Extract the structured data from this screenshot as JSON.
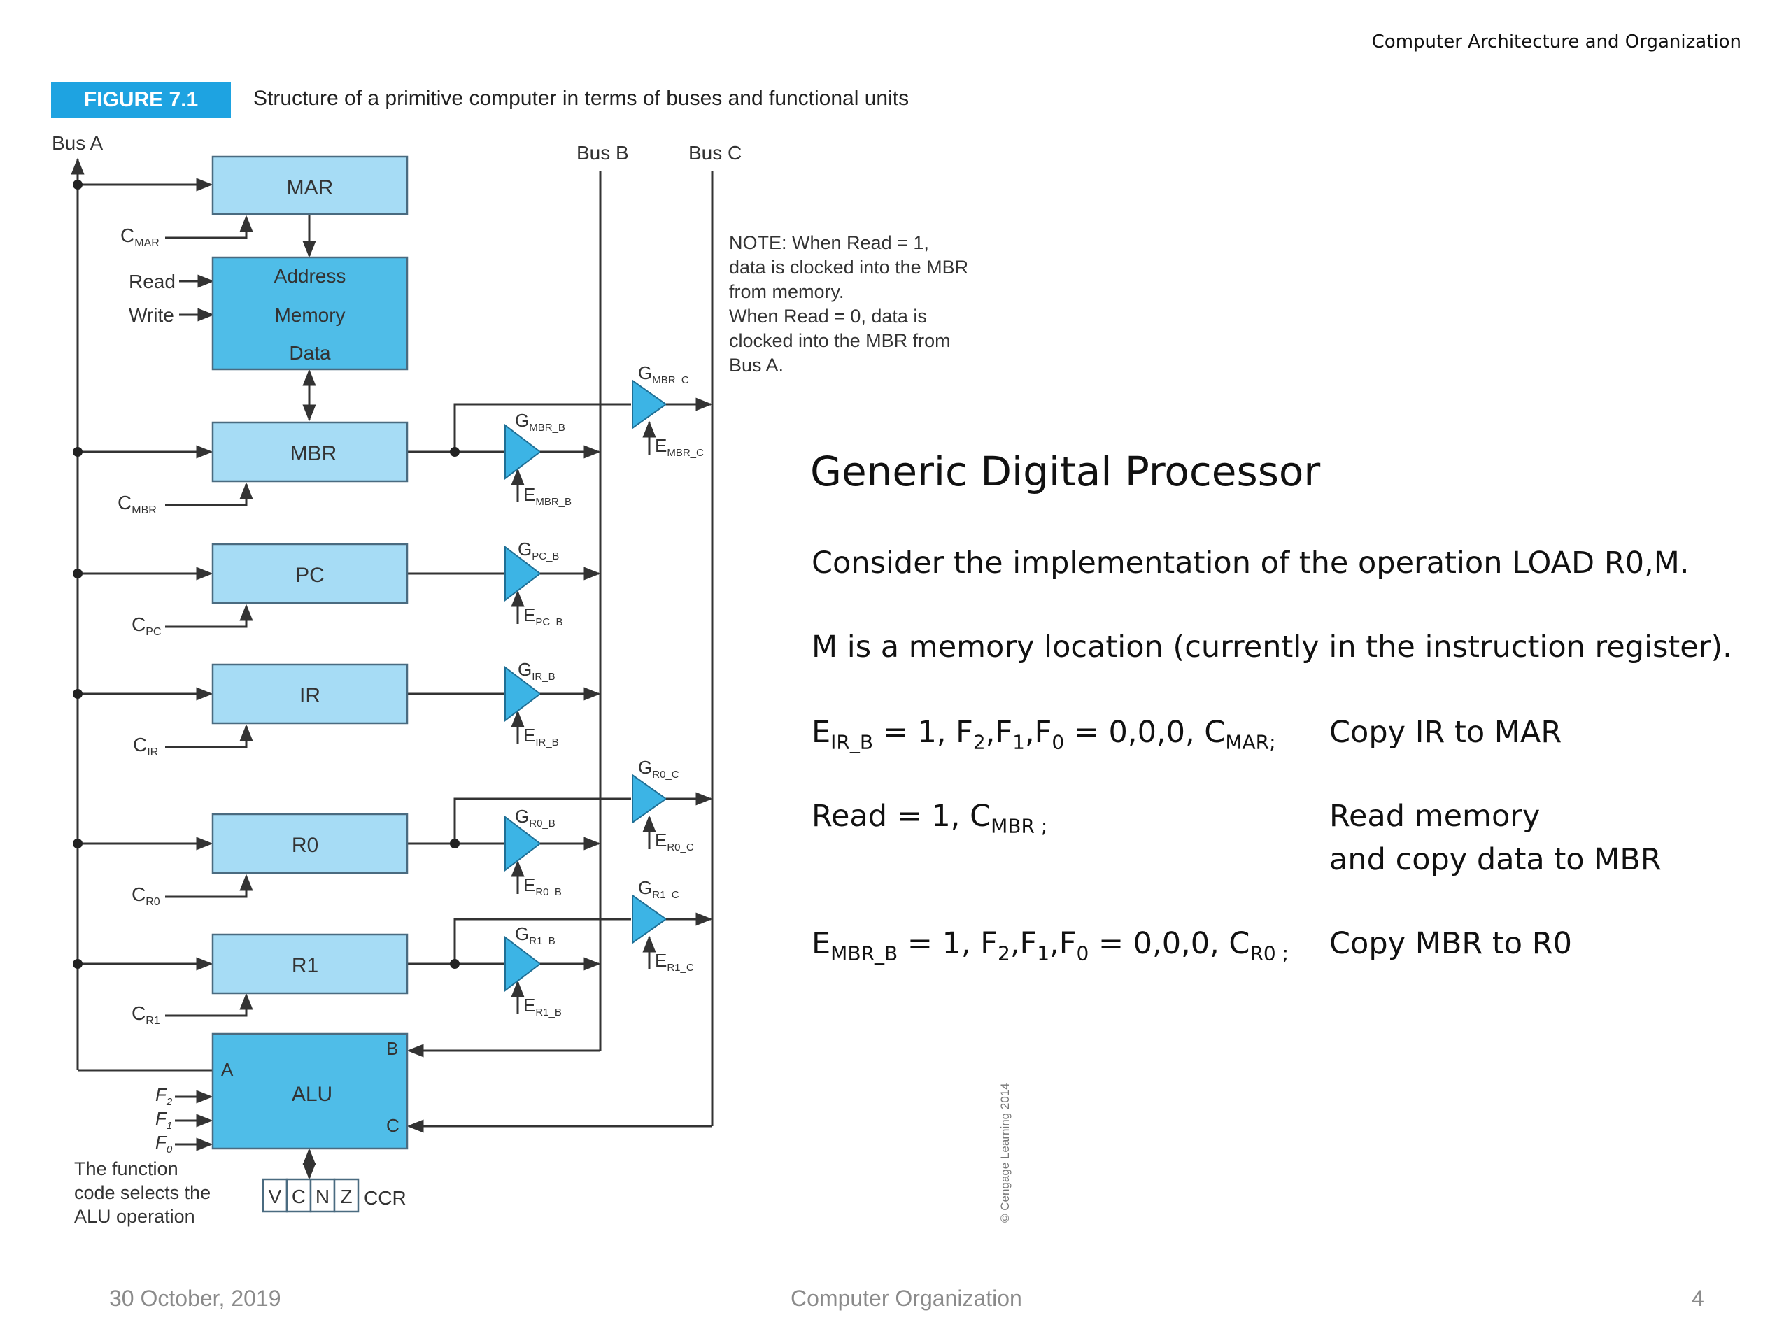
{
  "header": {
    "course": "Computer Architecture and Organization"
  },
  "figure": {
    "tag": "FIGURE 7.1",
    "caption": "Structure of a primitive computer in terms of buses and functional units",
    "bus_a": "Bus A",
    "bus_b": "Bus B",
    "bus_c": "Bus C",
    "mar": "MAR",
    "mem_address": "Address",
    "mem_memory": "Memory",
    "mem_data": "Data",
    "read": "Read",
    "write": "Write",
    "mbr": "MBR",
    "pc": "PC",
    "ir": "IR",
    "r0": "R0",
    "r1": "R1",
    "alu": "ALU",
    "alu_a": "A",
    "alu_b": "B",
    "alu_c": "C",
    "c_mar": "C",
    "c_mar_sub": "MAR",
    "c_mbr": "C",
    "c_mbr_sub": "MBR",
    "c_pc": "C",
    "c_pc_sub": "PC",
    "c_ir": "C",
    "c_ir_sub": "IR",
    "c_r0": "C",
    "c_r0_sub": "R0",
    "c_r1": "C",
    "c_r1_sub": "R1",
    "g_mbr_b": "G",
    "g_mbr_b_sub": "MBR_B",
    "e_mbr_b": "E",
    "e_mbr_b_sub": "MBR_B",
    "g_mbr_c": "G",
    "g_mbr_c_sub": "MBR_C",
    "e_mbr_c": "E",
    "e_mbr_c_sub": "MBR_C",
    "g_pc_b": "G",
    "g_pc_b_sub": "PC_B",
    "e_pc_b": "E",
    "e_pc_b_sub": "PC_B",
    "g_ir_b": "G",
    "g_ir_b_sub": "IR_B",
    "e_ir_b": "E",
    "e_ir_b_sub": "IR_B",
    "g_r0_b": "G",
    "g_r0_b_sub": "R0_B",
    "e_r0_b": "E",
    "e_r0_b_sub": "R0_B",
    "g_r0_c": "G",
    "g_r0_c_sub": "R0_C",
    "e_r0_c": "E",
    "e_r0_c_sub": "R0_C",
    "g_r1_b": "G",
    "g_r1_b_sub": "R1_B",
    "e_r1_b": "E",
    "e_r1_b_sub": "R1_B",
    "g_r1_c": "G",
    "g_r1_c_sub": "R1_C",
    "e_r1_c": "E",
    "e_r1_c_sub": "R1_C",
    "f2": "F",
    "f2_sub": "2",
    "f1": "F",
    "f1_sub": "1",
    "f0": "F",
    "f0_sub": "0",
    "func_note_1": "The function",
    "func_note_2": "code selects the",
    "func_note_3": "ALU operation",
    "ccr_v": "V",
    "ccr_c": "C",
    "ccr_n": "N",
    "ccr_z": "Z",
    "ccr": "CCR",
    "note_1": "NOTE: When Read = 1,",
    "note_2": "data is clocked into the MBR",
    "note_3": "from memory.",
    "note_4": "When Read = 0, data is",
    "note_5": "clocked into the MBR from",
    "note_6": "Bus A.",
    "copyright": "© Cengage Learning 2014"
  },
  "slide": {
    "title": "Generic Digital Processor",
    "intro": "Consider the implementation of the operation  LOAD R0,M.",
    "m_desc": "M is a memory location (currently in the instruction register).",
    "step1": {
      "e": "E",
      "e_sub": "IR_B",
      "mid1": " = 1, F",
      "f2": "2",
      "c1": ",F",
      "f1": "1",
      "c2": ",F",
      "f0": "0",
      "mid2": " = 0,0,0, C",
      "c_sub": "MAR;",
      "desc": "Copy IR to MAR"
    },
    "step2": {
      "pre": "Read = 1, C",
      "c_sub": "MBR ;",
      "desc_1": "Read memory",
      "desc_2": "and copy data to MBR"
    },
    "step3": {
      "e": "E",
      "e_sub": "MBR_B",
      "mid1": " = 1, F",
      "f2": "2",
      "c1": ",F",
      "f1": "1",
      "c2": ",F",
      "f0": "0",
      "mid2": " = 0,0,0, C",
      "c_sub": "R0 ;",
      "desc": "Copy MBR to R0"
    }
  },
  "footer": {
    "date": "30 October, 2019",
    "center": "Computer Organization",
    "page": "4"
  },
  "colors": {
    "register_fill": "#a6dcf5",
    "unit_fill": "#4fbde8",
    "gate_fill": "#3cb4e5",
    "tag_blue": "#1ea3e1"
  }
}
